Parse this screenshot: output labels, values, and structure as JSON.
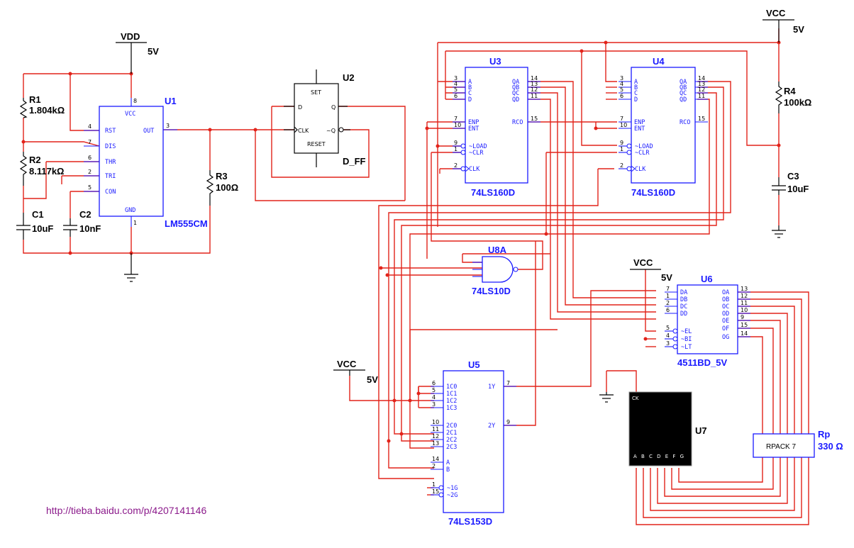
{
  "components": {
    "u1": {
      "ref": "U1",
      "type": "LM555CM",
      "pins": [
        "VCC",
        "RST",
        "DIS",
        "THR",
        "TRI",
        "CON",
        "GND",
        "OUT"
      ],
      "pin_numbers": [
        "8",
        "4",
        "7",
        "6",
        "2",
        "5",
        "1",
        "3"
      ]
    },
    "u2": {
      "ref": "U2",
      "type": "D_FF",
      "pins": [
        "SET",
        "D",
        "Q",
        "CLK",
        "~Q",
        "RESET"
      ]
    },
    "u3": {
      "ref": "U3",
      "type": "74LS160D",
      "left_pins": [
        "A",
        "B",
        "C",
        "D",
        "ENP",
        "ENT",
        "~LOAD",
        "~CLR",
        "CLK"
      ],
      "left_nums": [
        "3",
        "4",
        "5",
        "6",
        "7",
        "10",
        "9",
        "1",
        "2"
      ],
      "right_pins": [
        "QA",
        "QB",
        "QC",
        "QD",
        "RCO"
      ],
      "right_nums": [
        "14",
        "13",
        "12",
        "11",
        "15"
      ]
    },
    "u4": {
      "ref": "U4",
      "type": "74LS160D",
      "left_pins": [
        "A",
        "B",
        "C",
        "D",
        "ENP",
        "ENT",
        "~LOAD",
        "~CLR",
        "CLK"
      ],
      "left_nums": [
        "3",
        "4",
        "5",
        "6",
        "7",
        "10",
        "9",
        "1",
        "2"
      ],
      "right_pins": [
        "QA",
        "QB",
        "QC",
        "QD",
        "RCO"
      ],
      "right_nums": [
        "14",
        "13",
        "12",
        "11",
        "15"
      ]
    },
    "u5": {
      "ref": "U5",
      "type": "74LS153D",
      "left_pins": [
        "1C0",
        "1C1",
        "1C2",
        "1C3",
        "2C0",
        "2C1",
        "2C2",
        "2C3",
        "A",
        "B",
        "~1G",
        "~2G"
      ],
      "left_nums": [
        "6",
        "5",
        "4",
        "3",
        "10",
        "11",
        "12",
        "13",
        "14",
        "2",
        "1",
        "15"
      ],
      "right_pins": [
        "1Y",
        "2Y"
      ],
      "right_nums": [
        "7",
        "9"
      ]
    },
    "u6": {
      "ref": "U6",
      "type": "4511BD_5V",
      "left_pins": [
        "DA",
        "DB",
        "DC",
        "DD",
        "~EL",
        "~BI",
        "~LT"
      ],
      "left_nums": [
        "7",
        "1",
        "2",
        "6",
        "5",
        "4",
        "3"
      ],
      "right_pins": [
        "OA",
        "OB",
        "OC",
        "OD",
        "OE",
        "OF",
        "OG"
      ],
      "right_nums": [
        "13",
        "12",
        "11",
        "10",
        "9",
        "15",
        "14"
      ]
    },
    "u7": {
      "ref": "U7",
      "ck": "CK",
      "segments": "A B C D E F G"
    },
    "u8a": {
      "ref": "U8A",
      "type": "74LS10D"
    },
    "r1": {
      "ref": "R1",
      "value": "1.804kΩ"
    },
    "r2": {
      "ref": "R2",
      "value": "8.117kΩ"
    },
    "r3": {
      "ref": "R3",
      "value": "100Ω"
    },
    "r4": {
      "ref": "R4",
      "value": "100kΩ"
    },
    "c1": {
      "ref": "C1",
      "value": "10uF"
    },
    "c2": {
      "ref": "C2",
      "value": "10nF"
    },
    "c3": {
      "ref": "C3",
      "value": "10uF"
    },
    "rp": {
      "ref": "Rp",
      "value": "330 Ω",
      "label": "RPACK 7"
    }
  },
  "supplies": {
    "vdd": {
      "name": "VDD",
      "voltage": "5V"
    },
    "vcc_top": {
      "name": "VCC",
      "voltage": "5V"
    },
    "vcc_u6": {
      "name": "VCC",
      "voltage": "5V"
    },
    "vcc_u5": {
      "name": "VCC",
      "voltage": "5V"
    }
  },
  "watermark": "http://tieba.baidu.com/p/4207141146",
  "colors": {
    "wire": "#e2231a",
    "component": "#1a1aff",
    "text": "#000000",
    "watermark": "#8b1a8b"
  }
}
